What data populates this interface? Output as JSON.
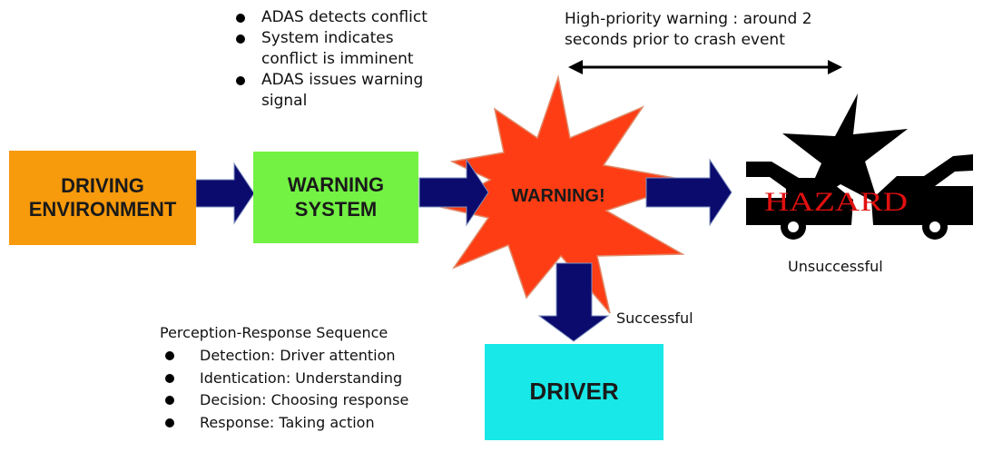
{
  "boxes": {
    "driving_environment": "DRIVING ENVIRONMENT",
    "warning_system": "WARNING SYSTEM",
    "driver": "DRIVER"
  },
  "burst_label": "WARNING!",
  "hazard_label": "HAZARD",
  "warning_system_bullets": [
    "ADAS detects conflict",
    "System indicates conflict is imminent",
    "ADAS issues warning signal"
  ],
  "timing_note": "High-priority warning : around 2 seconds prior to crash event",
  "outcomes": {
    "successful": "Successful",
    "unsuccessful": "Unsuccessful"
  },
  "perception_response": {
    "title": "Perception-Response Sequence",
    "items": [
      "Detection: Driver attention",
      "Identication: Understanding",
      "Decision: Choosing response",
      "Response: Taking action"
    ]
  },
  "colors": {
    "driving_environment_box": "#f79a0c",
    "warning_system_box": "#73f244",
    "driver_box": "#19e8e8",
    "burst_fill": "#ff3d14",
    "arrow_fill": "#0b0b6e",
    "hazard_text": "#e01010"
  }
}
